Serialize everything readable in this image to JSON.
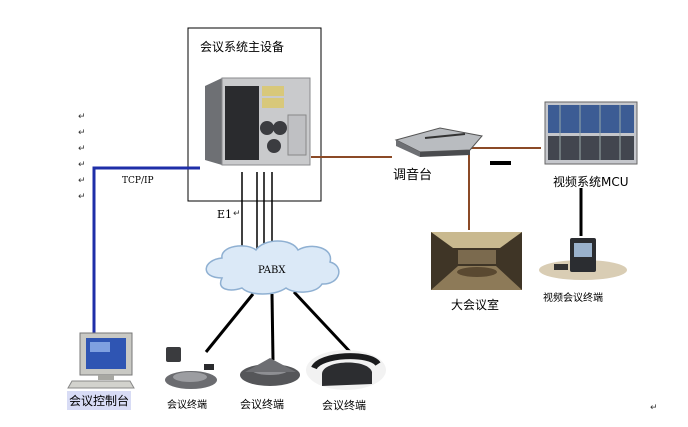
{
  "diagram": {
    "main_device_title": "会议系统主设备",
    "tcp_ip_label": "TCP/IP",
    "e1_label": "E1",
    "pabx_label": "PABX",
    "mixer_label": "调音台",
    "mcu_label": "视频系统MCU",
    "hall_label": "大会议室",
    "video_terminal_label": "视频会议终端",
    "console_label": "会议控制台",
    "terminal_label_1": "会议终端",
    "terminal_label_2": "会议终端",
    "terminal_label_3": "会议终端",
    "return_mark": "↵"
  },
  "colors": {
    "tcp_line": "#1f2fa8",
    "audio_line": "#8b4a26",
    "phone_line": "#000000",
    "cloud_fill": "#dbe9f7",
    "cloud_stroke": "#8fb0d2"
  }
}
